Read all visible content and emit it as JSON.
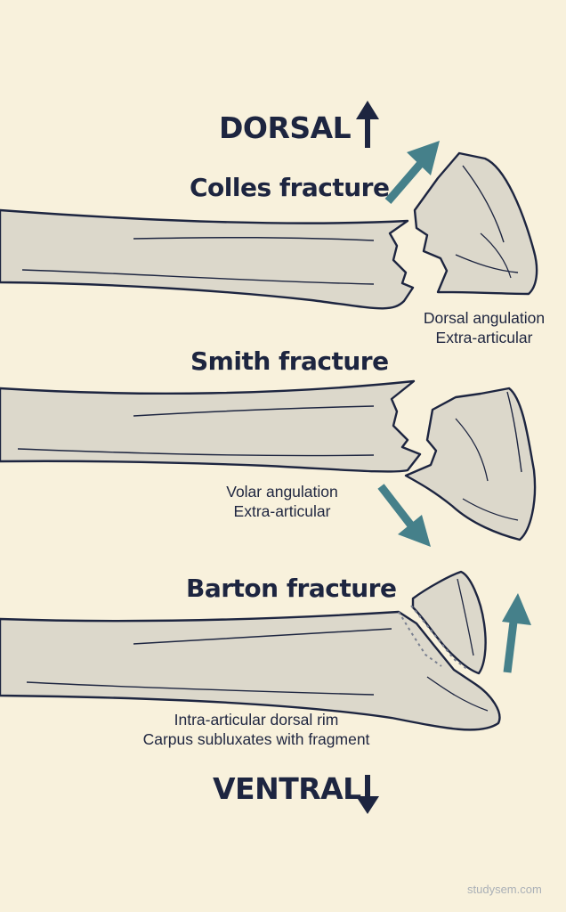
{
  "labels": {
    "dorsal": "DORSAL",
    "ventral": "VENTRAL"
  },
  "fractures": [
    {
      "name": "Colles fracture",
      "line1": "Dorsal angulation",
      "line2": "Extra-articular"
    },
    {
      "name": "Smith fracture",
      "line1": "Volar angulation",
      "line2": "Extra-articular"
    },
    {
      "name": "Barton fracture",
      "line1": "Intra-articular dorsal rim",
      "line2": "Carpus subluxates with fragment"
    }
  ],
  "credit": "studysem.com",
  "colors": {
    "background": "#f8f1dc",
    "bone": "#dcd8cb",
    "outline": "#1d2540",
    "arrow": "#45808a"
  }
}
